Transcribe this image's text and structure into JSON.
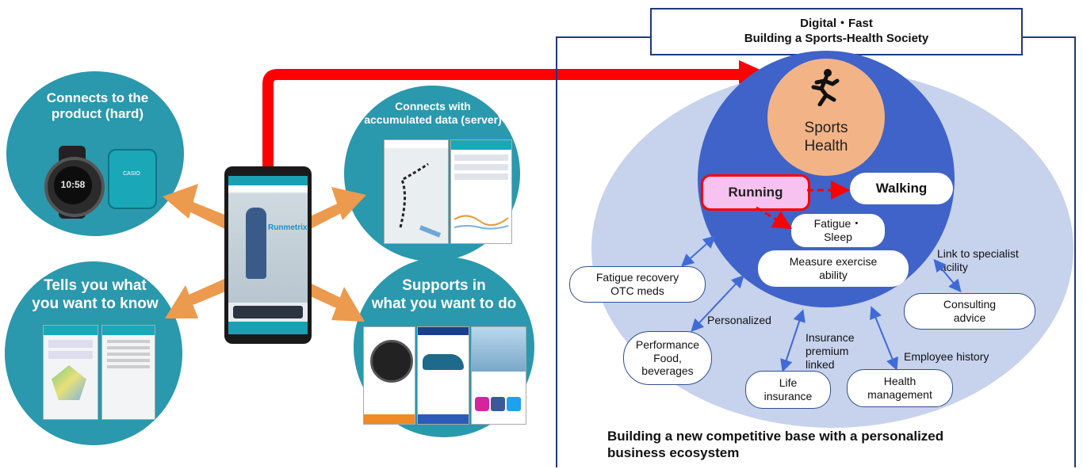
{
  "left": {
    "bubbles": [
      {
        "label_line1": "Connects to the",
        "label_line2": "product (hard)"
      },
      {
        "label_line1": "Tells you what",
        "label_line2": "you want to know"
      },
      {
        "label_line1": "Connects with",
        "label_line2": "accumulated data (server)"
      },
      {
        "label_line1": "Supports in",
        "label_line2": "what you want to do"
      }
    ],
    "phone": {
      "app_name": "Runmetrix",
      "watch_time": "10:58",
      "brand": "CASIO"
    }
  },
  "right": {
    "header_line1": "Digital・Fast",
    "header_line2": "Building a Sports-Health Society",
    "center_line1": "Sports",
    "center_line2": "Health",
    "running": "Running",
    "walking": "Walking",
    "fatigue_line1": "Fatigue・",
    "fatigue_line2": "Sleep",
    "measure_line1": "Measure exercise",
    "measure_line2": "ability",
    "fatigue_recovery_line1": "Fatigue recovery",
    "fatigue_recovery_line2": "OTC meds",
    "link_specialist_line1": "Link to specialist",
    "link_specialist_line2": "facility",
    "consulting_line1": "Consulting",
    "consulting_line2": "advice",
    "personalized": "Personalized",
    "performance_line1": "Performance",
    "performance_line2": "Food,",
    "performance_line3": "beverages",
    "insurance_line1": "Insurance",
    "insurance_line2": "premium",
    "insurance_line3": "linked",
    "employee_history": "Employee history",
    "life_line1": "Life",
    "life_line2": "insurance",
    "health_line1": "Health",
    "health_line2": "management",
    "footer_line1": "Building a new competitive base with a personalized",
    "footer_line2": "business ecosystem"
  },
  "colors": {
    "teal": "#2a98ad",
    "orange_arrow": "#ec9a4e",
    "red_arrow": "#ff0000",
    "navy": "#1f3a7a",
    "inner_blue": "#3f63c8",
    "pale_blue": "#c7d2ec",
    "peach": "#f2b486",
    "pink": "#f8c2f0"
  }
}
